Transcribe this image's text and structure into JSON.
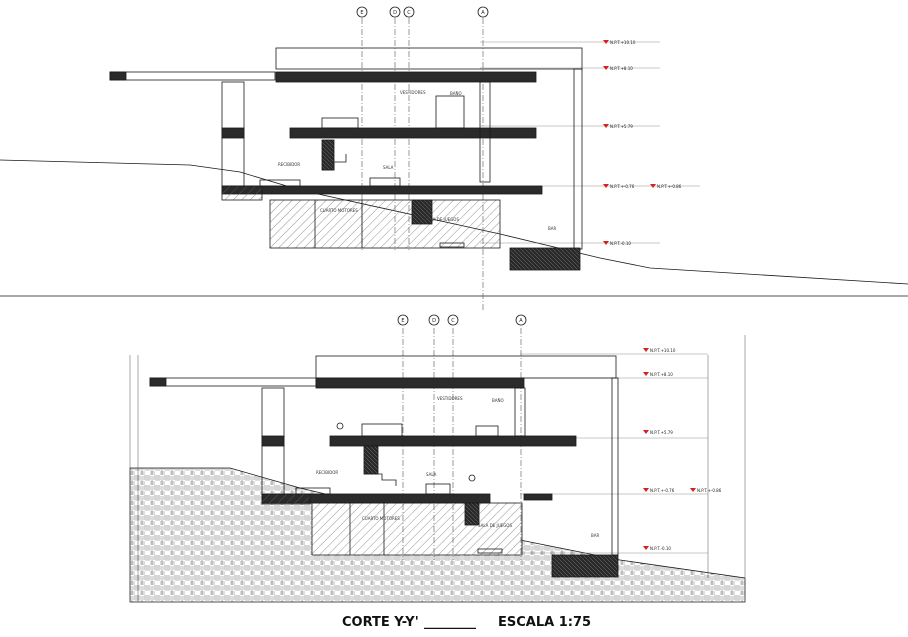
{
  "title": {
    "main": "CORTE Y-Y'",
    "separator": "________",
    "scale": "ESCALA 1:75"
  },
  "axes": [
    "E",
    "D",
    "C",
    "A"
  ],
  "top_section": {
    "rooms": {
      "vestidores": "VESTIDORES",
      "bano": "BAÑO",
      "recibidor": "RECIBIDOR",
      "sala": "SALA",
      "cuarto_motores": "CUARTO MOTORES",
      "sala_juegos": "SALA DE JUEGOS",
      "bar": "BAR"
    },
    "levels": {
      "roof": "N.P.T.+10.10",
      "upper": "N.P.T.+8.10",
      "second": "N.P.T.+5.79",
      "ground": "N.P.T.+-0.76",
      "ground_b": "N.P.T.+-0.86",
      "basement": "N.P.T.-0.10"
    }
  },
  "bottom_section": {
    "rooms": {
      "vestidores": "VESTIDORES",
      "bano": "BAÑO",
      "recibidor": "RECIBIDOR",
      "sala": "SALA",
      "cuarto_motores": "CUARTO MOTORES",
      "sala_juegos": "SALA DE JUEGOS",
      "bar": "BAR"
    },
    "levels": {
      "roof": "N.P.T.+10.10",
      "upper": "N.P.T.+8.10",
      "second": "N.P.T.+5.79",
      "ground": "N.P.T.+-0.76",
      "ground_b": "N.P.T.+-0.86",
      "basement": "N.P.T.-0.10"
    }
  },
  "colors": {
    "ink": "#1a1a1a",
    "slab": "#2b2b2b",
    "grid": "#555555",
    "marker": "#d42020"
  }
}
